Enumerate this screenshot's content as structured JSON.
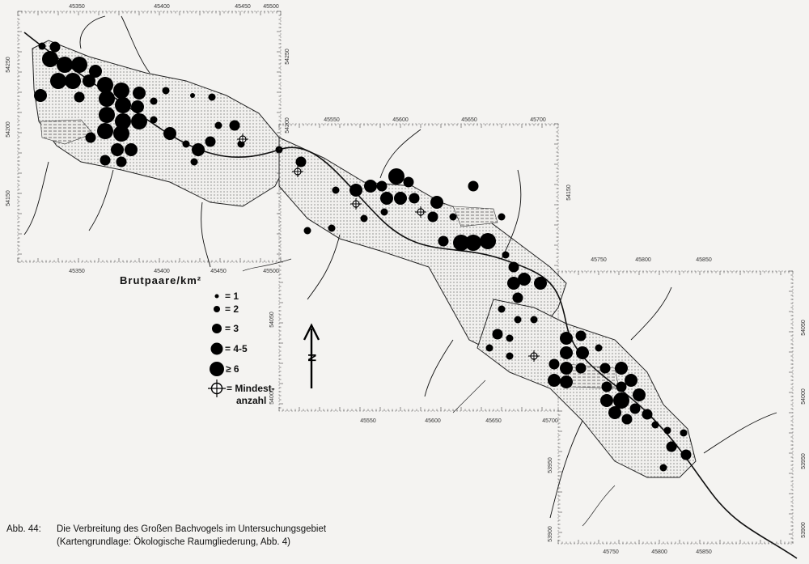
{
  "caption": {
    "number": "Abb. 44:",
    "line1": "Die Verbreitung des Großen Bachvogels im Untersuchungsgebiet",
    "line2": "(Kartengrundlage: Ökologische Raumgliederung, Abb. 4)"
  },
  "legend": {
    "title": "Brutpaare/km²",
    "items": [
      {
        "label": "= 1",
        "level": 1
      },
      {
        "label": "= 2",
        "level": 2
      },
      {
        "label": "= 3",
        "level": 3
      },
      {
        "label": "= 4-5",
        "level": 4
      },
      {
        "label": "≥ 6",
        "level": 5
      },
      {
        "label": "= Mindest-",
        "label2": "anzahl",
        "level": 0
      }
    ]
  },
  "north_arrow_label": "N",
  "grid_labels": {
    "panel1_top": [
      "45350",
      "45400",
      "45450",
      "45500"
    ],
    "panel1_bottom": [
      "45350",
      "45400",
      "45450",
      "45500"
    ],
    "panel1_left": [
      "54250",
      "54200",
      "54150"
    ],
    "panel1_right": [
      "54250",
      "54200"
    ],
    "panel2_top": [
      "45550",
      "45600",
      "45650",
      "45700"
    ],
    "panel2_bottom": [
      "45550",
      "45600",
      "45650",
      "45700"
    ],
    "panel2_left": [
      "54050",
      "54000"
    ],
    "panel2_right": [
      "54150"
    ],
    "panel3_top": [
      "45750",
      "45800",
      "45850"
    ],
    "panel3_bottom": [
      "45750",
      "45800",
      "45850"
    ],
    "panel3_left": [
      "53950",
      "53900"
    ],
    "panel3_right": [
      "54050",
      "54000",
      "53950",
      "53900"
    ]
  }
}
